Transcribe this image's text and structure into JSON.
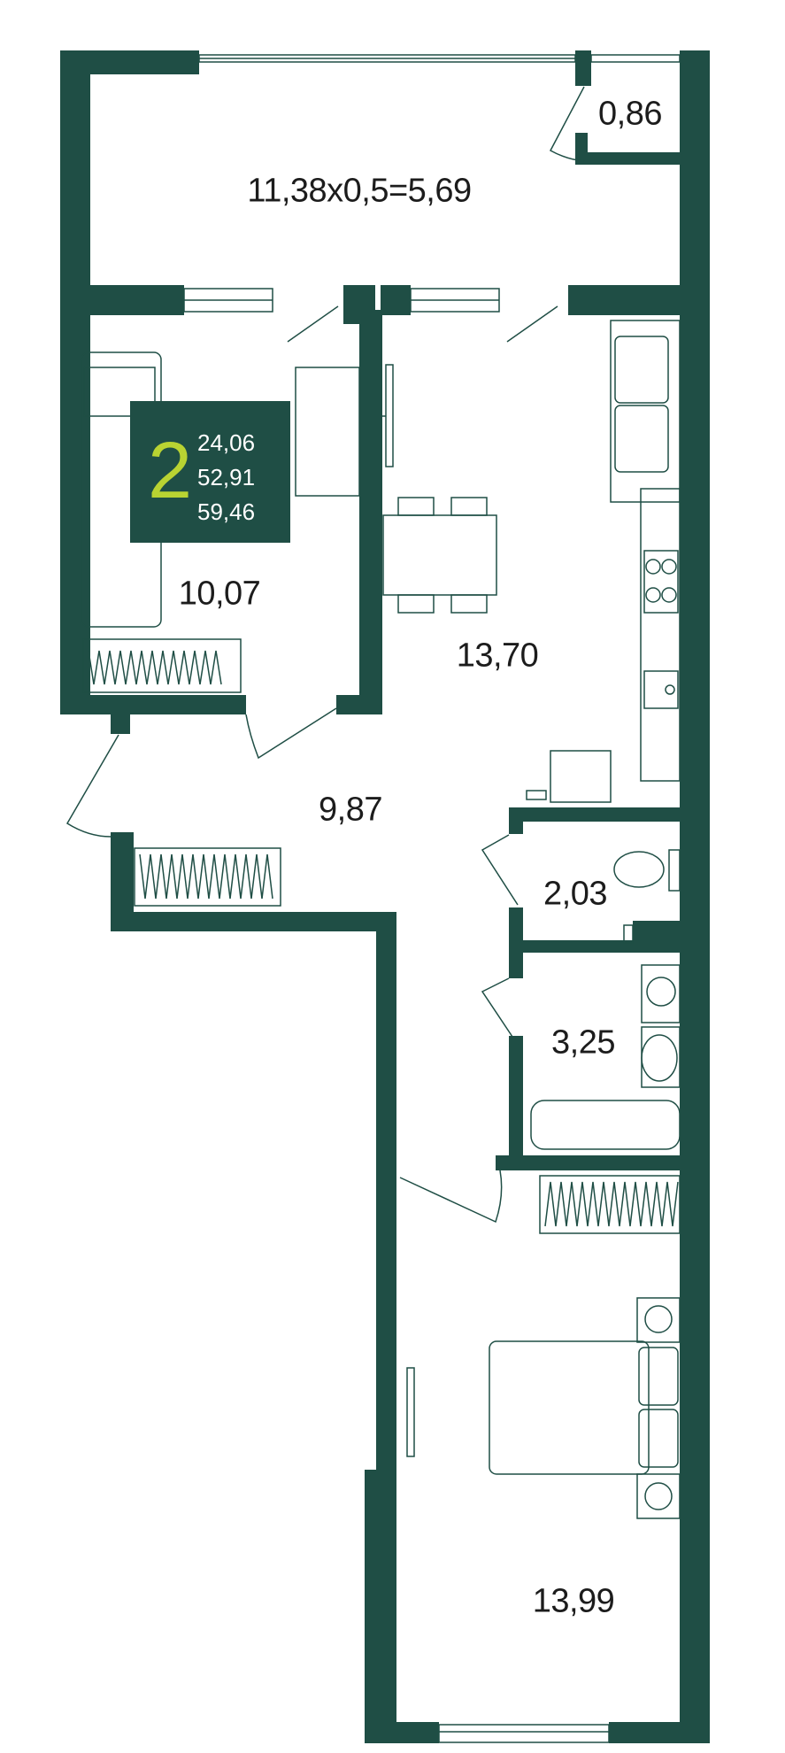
{
  "colors": {
    "wall": "#1f4e45",
    "accent": "#b9d332",
    "line": "#1f4e45"
  },
  "badge": {
    "rooms": "2",
    "living_area": "24,06",
    "total_area": "52,91",
    "total_area_with_balcony": "59,46"
  },
  "rooms": {
    "balcony": "11,38x0,5=5,69",
    "storage": "0,86",
    "bedroom_small": "10,07",
    "kitchen_living": "13,70",
    "hallway": "9,87",
    "toilet": "2,03",
    "bathroom": "3,25",
    "bedroom_large": "13,99"
  }
}
